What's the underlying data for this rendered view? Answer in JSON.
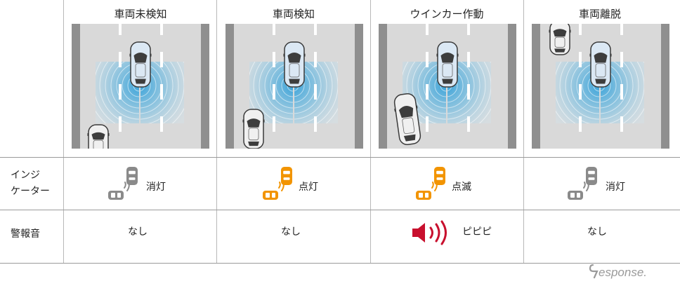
{
  "columns": [
    {
      "title": "車両未検知",
      "indicator": "消灯",
      "indicator_state": "off",
      "sound": "なし",
      "speaker": false
    },
    {
      "title": "車両検知",
      "indicator": "点灯",
      "indicator_state": "on",
      "sound": "なし",
      "speaker": false
    },
    {
      "title": "ウインカー作動",
      "indicator": "点滅",
      "indicator_state": "blink",
      "sound": "ピピピ",
      "speaker": true
    },
    {
      "title": "車両離脱",
      "indicator": "消灯",
      "indicator_state": "off",
      "sound": "なし",
      "speaker": false
    }
  ],
  "rows": {
    "indicator_label_line1": "インジ",
    "indicator_label_line2": "ケーター",
    "sound_label": "警報音"
  },
  "logo_text": "Response.",
  "colors": {
    "indicator_on": "#f29400",
    "indicator_off": "#8a8a8a",
    "speaker": "#c8102e",
    "radar": "#2e9ed8",
    "road": "#d9d9d9",
    "shoulder": "#8f8f8f"
  }
}
